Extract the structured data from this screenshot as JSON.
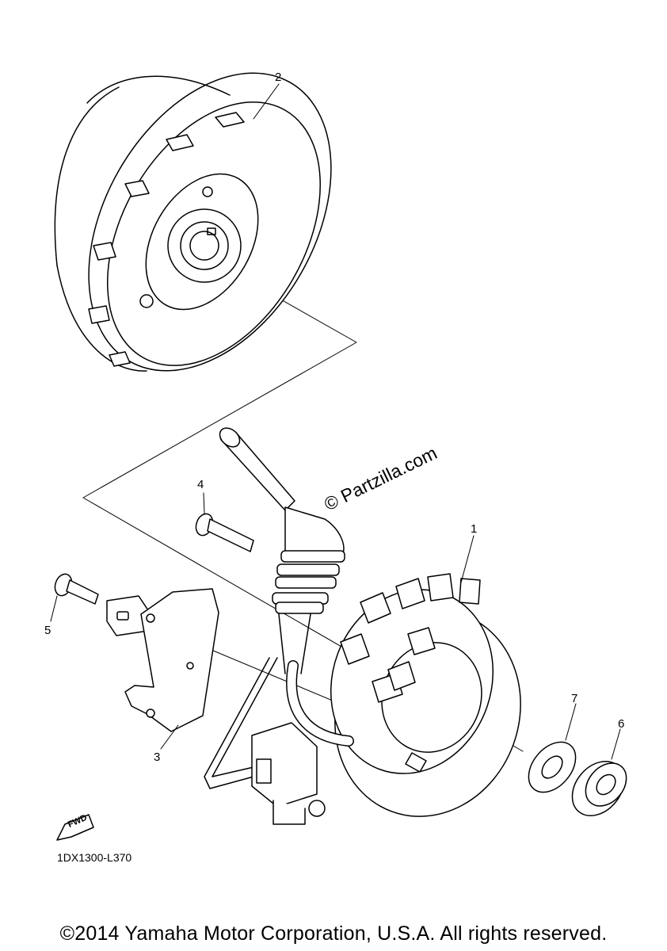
{
  "callouts": {
    "c1": "1",
    "c2": "2",
    "c3": "3",
    "c4": "4",
    "c5": "5",
    "c6": "6",
    "c7": "7"
  },
  "watermark": "© Partzilla.com",
  "fwd_label": "FWD",
  "drawing_code": "1DX1300-L370",
  "copyright": "©2014 Yamaha Motor Corporation, U.S.A. All rights reserved."
}
